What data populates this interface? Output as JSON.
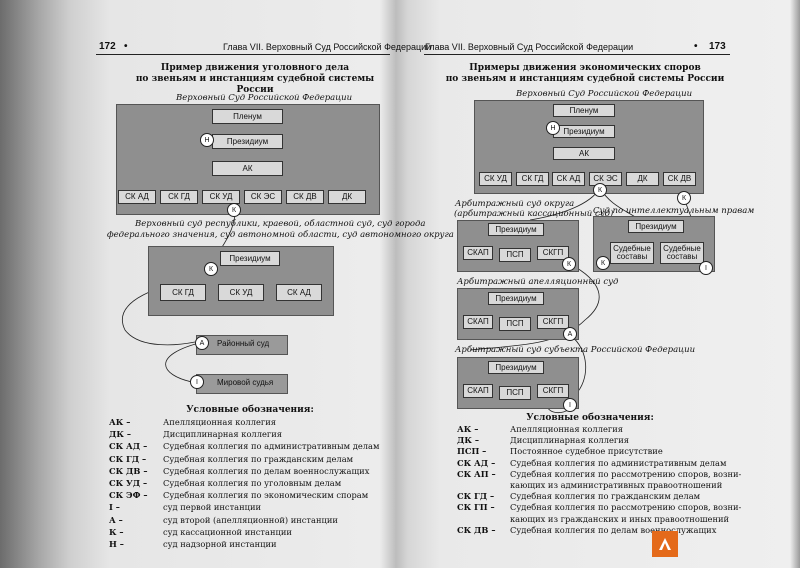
{
  "left": {
    "page_number": "172",
    "bullet": "•",
    "running_head": "Глава VII. Верховный Суд Российской Федерации",
    "title_line1": "Пример движения уголовного дела",
    "title_line2": "по звеньям и инстанциям судебной системы России",
    "supreme_label": "Верховный Суд Российской Федерации",
    "boxes": {
      "plenum": "Пленум",
      "presidium": "Президиум",
      "ak": "АК"
    },
    "colleges": [
      "СК АД",
      "СК ГД",
      "СК УД",
      "СК ЭС",
      "СК ДВ",
      "ДК"
    ],
    "regional_label_line1": "Верховный суд республики, краевой, областной суд, суд города",
    "regional_label_line2": "федерального значения, суд автономной области, суд автономного округа",
    "regional_presidium": "Президиум",
    "regional_colleges": [
      "СК ГД",
      "СК УД",
      "СК АД"
    ],
    "district_court": "Районный суд",
    "magistrate": "Мировой судья",
    "circles": {
      "n": "Н",
      "k1": "К",
      "k2": "К",
      "a": "А",
      "i": "I"
    },
    "legend_title": "Условные обозначения:",
    "legend": [
      {
        "abbr": "АК –",
        "desc": "Апелляционная коллегия"
      },
      {
        "abbr": "ДК –",
        "desc": "Дисциплинарная коллегия"
      },
      {
        "abbr": "СК АД –",
        "desc": "Судебная коллегия по административным делам"
      },
      {
        "abbr": "СК ГД –",
        "desc": "Судебная коллегия по гражданским делам"
      },
      {
        "abbr": "СК ДВ –",
        "desc": "Судебная коллегия по делам военнослужащих"
      },
      {
        "abbr": "СК УД –",
        "desc": "Судебная коллегия по уголовным делам"
      },
      {
        "abbr": "СК ЭФ –",
        "desc": "Судебная коллегия по экономическим спорам"
      },
      {
        "abbr": "I –",
        "desc": "суд первой инстанции"
      },
      {
        "abbr": "А –",
        "desc": "суд второй (апелляционной) инстанции"
      },
      {
        "abbr": "К –",
        "desc": "суд кассационной инстанции"
      },
      {
        "abbr": "Н –",
        "desc": "суд надзорной инстанции"
      }
    ]
  },
  "right": {
    "page_number": "173",
    "bullet": "•",
    "running_head": "Глава VII. Верховный Суд Российской Федерации",
    "title_line1": "Примеры движения экономических споров",
    "title_line2": "по звеньям и инстанциям судебной системы России",
    "supreme_label": "Верховный Суд Российской Федерации",
    "boxes": {
      "plenum": "Пленум",
      "presidium": "Президиум",
      "ak": "АК"
    },
    "colleges": [
      "СК УД",
      "СК ГД",
      "СК АД",
      "СК ЭС",
      "ДК",
      "СК ДВ"
    ],
    "circuit_label_line1": "Арбитражный суд округа",
    "circuit_label_line2": "(арбитражный кассационный суд)",
    "ip_label": "Суд по интеллектуальным правам",
    "circuit": {
      "presidium": "Президиум",
      "skap": "СКАП",
      "psp": "ПСП",
      "skgp": "СКГП"
    },
    "ip": {
      "presidium": "Президиум",
      "composition1": "Судебные составы",
      "composition2": "Судебные составы"
    },
    "appeal_label": "Арбитражный апелляционный суд",
    "appeal": {
      "presidium": "Президиум",
      "skap": "СКАП",
      "psp": "ПСП",
      "skgp": "СКГП"
    },
    "subject_label": "Арбитражный суд субъекта Российской Федерации",
    "subject": {
      "presidium": "Президиум",
      "skap": "СКАП",
      "psp": "ПСП",
      "skgp": "СКГП"
    },
    "circles": {
      "n": "Н",
      "k_top": "К",
      "k_circuit": "К",
      "k_ip1": "К",
      "k_ip2": "К",
      "i_ip": "I",
      "a": "А",
      "i": "I"
    },
    "legend_title": "Условные обозначения:",
    "legend": [
      {
        "abbr": "АК –",
        "desc": "Апелляционная коллегия"
      },
      {
        "abbr": "ДК –",
        "desc": "Дисциплинарная коллегия"
      },
      {
        "abbr": "ПСП –",
        "desc": "Постоянное судебное присутствие"
      },
      {
        "abbr": "СК АД –",
        "desc": "Судебная коллегия по административным делам"
      },
      {
        "abbr": "СК АП –",
        "desc": "Судебная коллегия по рассмотрению споров, возни-"
      },
      {
        "abbr": "",
        "desc": "кающих из административных правоотношений"
      },
      {
        "abbr": "СК ГД –",
        "desc": "Судебная коллегия по гражданским делам"
      },
      {
        "abbr": "СК ГП –",
        "desc": "Судебная коллегия по рассмотрению споров, возни-"
      },
      {
        "abbr": "",
        "desc": "кающих из гражданских и иных правоотношений"
      },
      {
        "abbr": "СК ДВ –",
        "desc": "Судебная коллегия по делам военнослужащих"
      }
    ]
  }
}
